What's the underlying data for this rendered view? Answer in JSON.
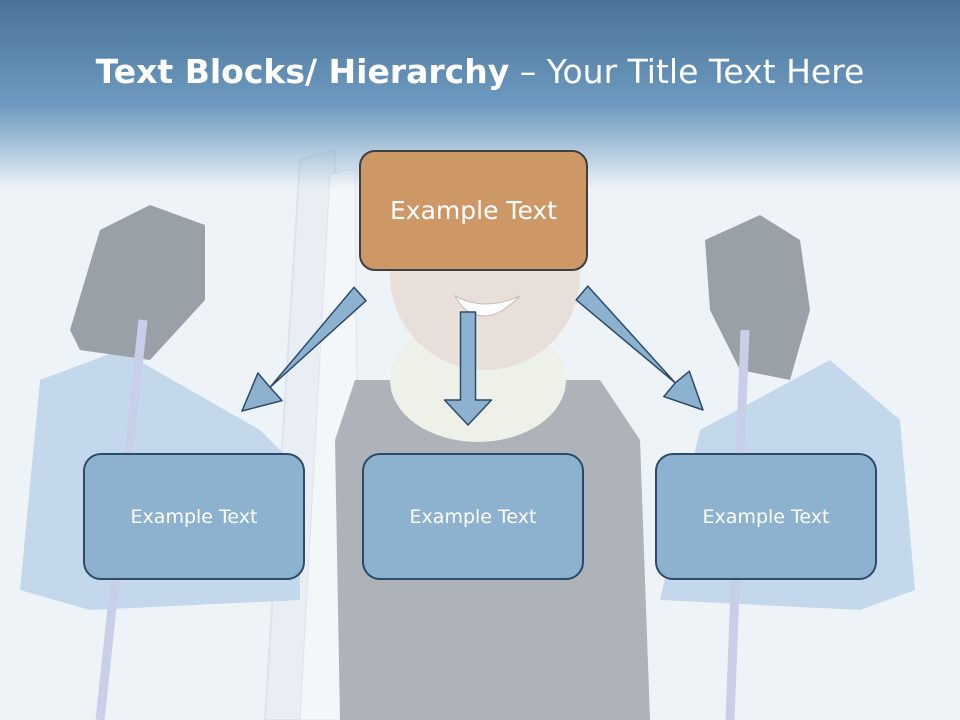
{
  "title": {
    "bold": "Text Blocks/ Hierarchy",
    "rest": " – Your Title Text Here"
  },
  "top_box": {
    "label": "Example Text"
  },
  "child_boxes": [
    {
      "label": "Example Text"
    },
    {
      "label": "Example Text"
    },
    {
      "label": "Example Text"
    }
  ],
  "colors": {
    "header": "#5f8cb2",
    "top_box": "#cd9866",
    "child_box": "#8db2cf",
    "arrow": "#8db2cf"
  }
}
